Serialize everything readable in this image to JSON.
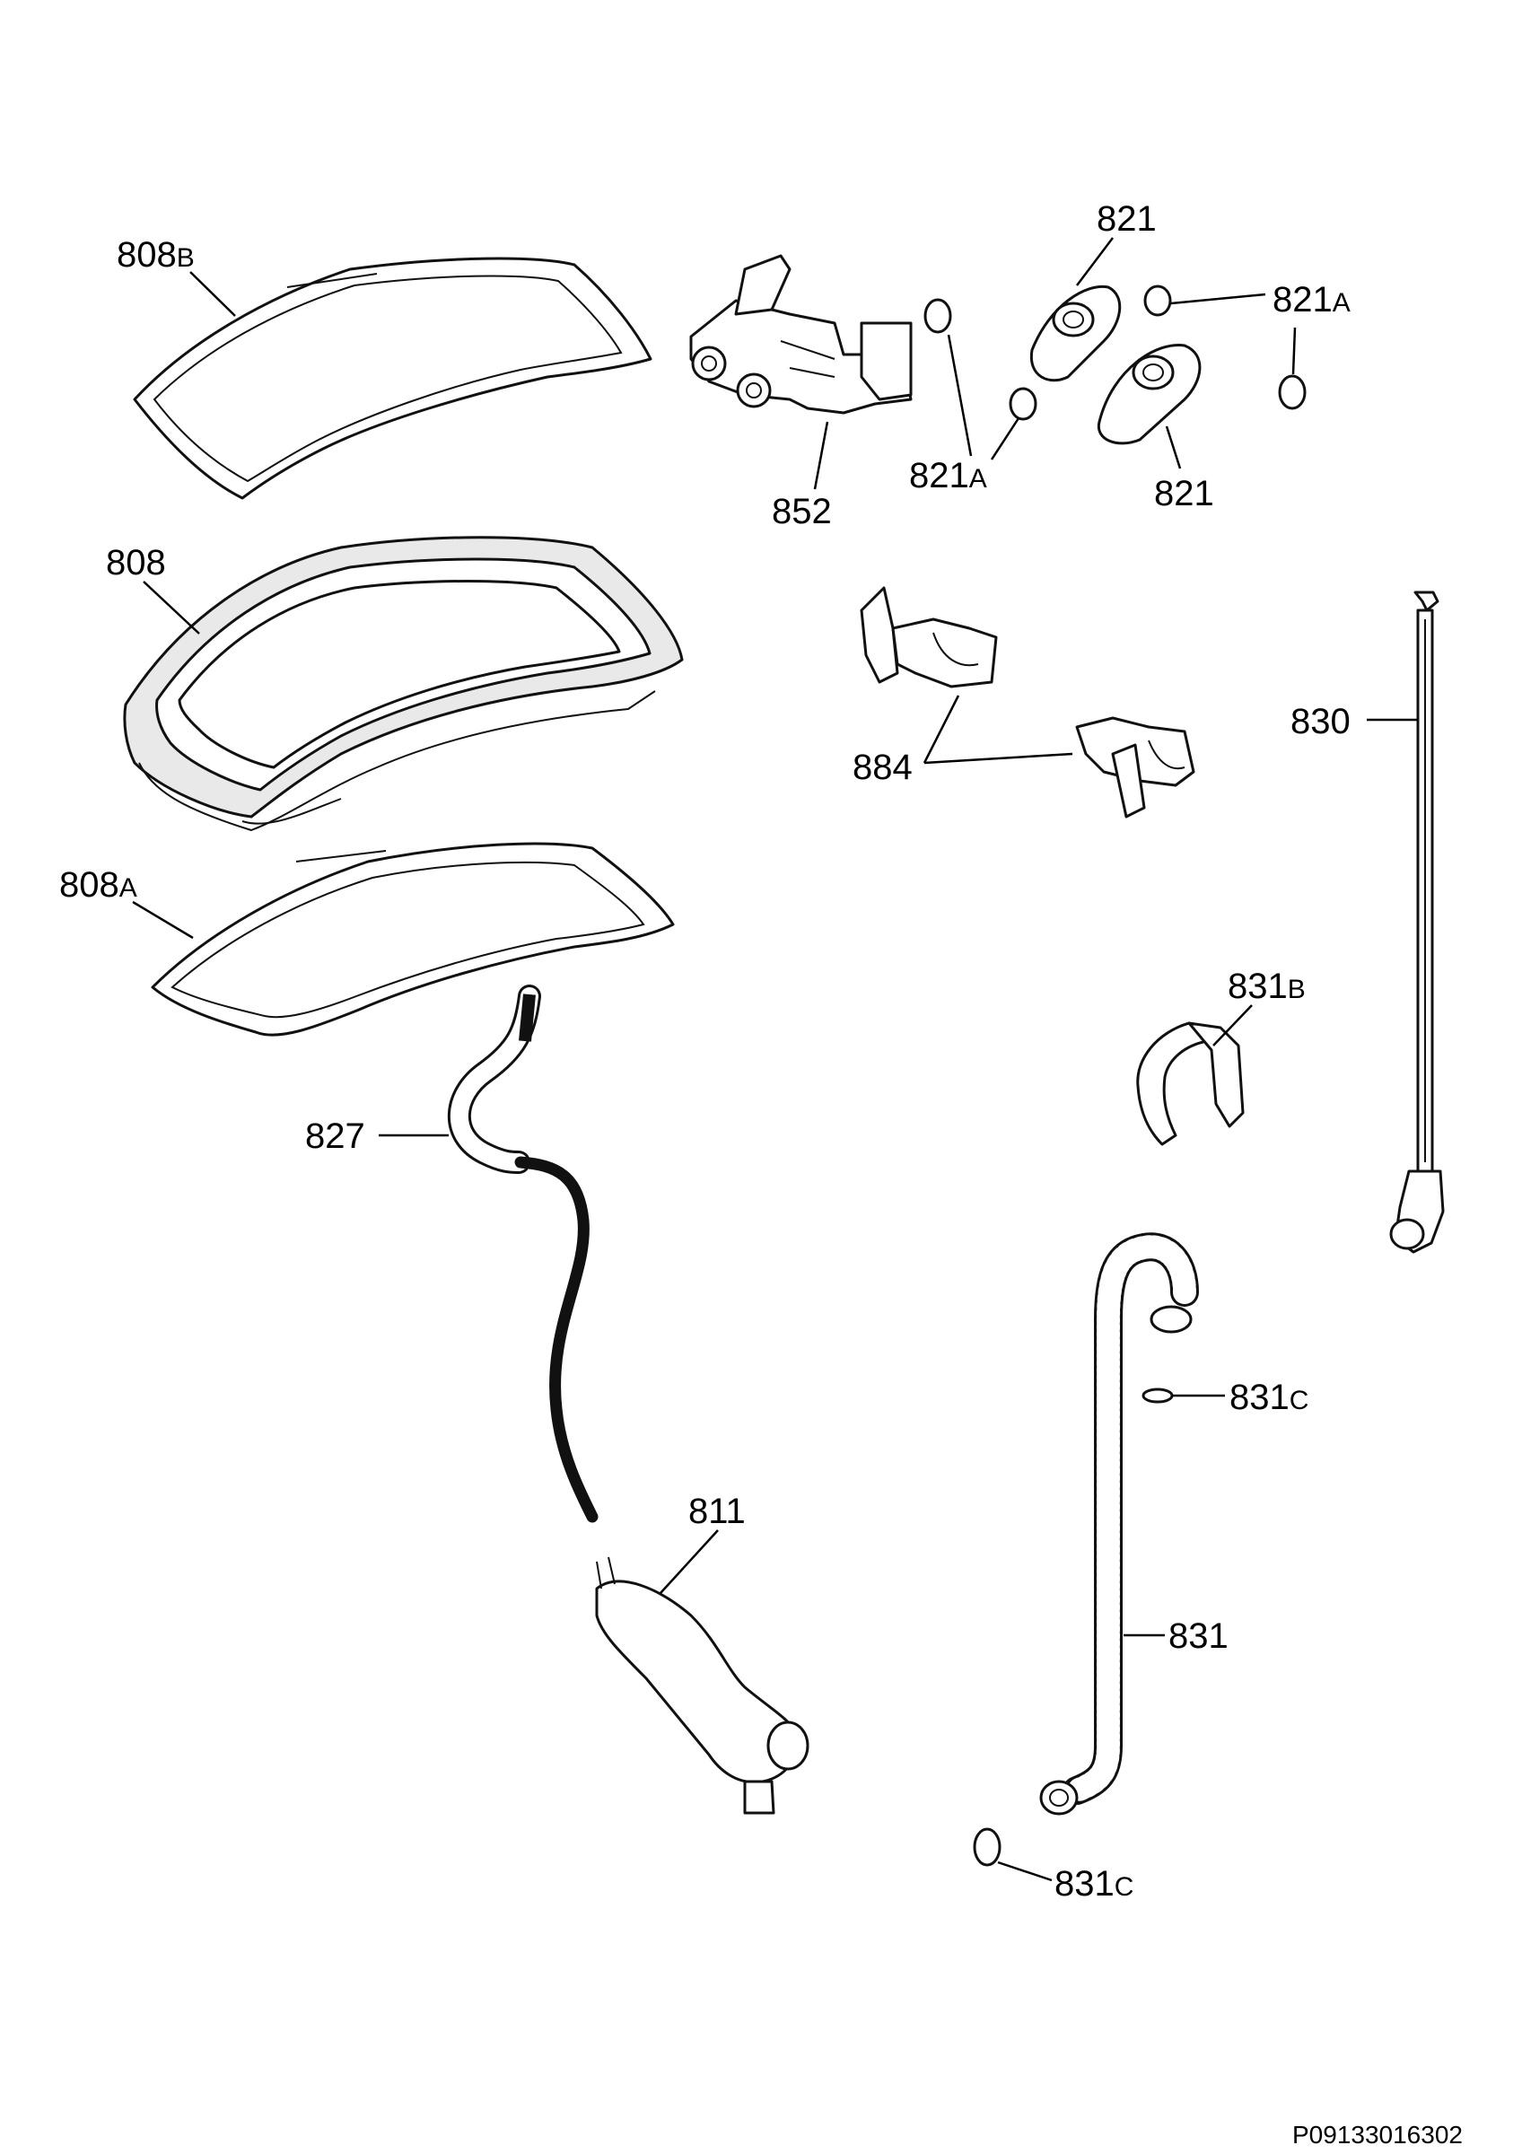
{
  "labels": {
    "l808B": {
      "num": "808",
      "suffix": "B"
    },
    "l808": {
      "num": "808"
    },
    "l808A": {
      "num": "808",
      "suffix": "A"
    },
    "l852": {
      "num": "852"
    },
    "l821_top": {
      "num": "821"
    },
    "l821_bottom": {
      "num": "821"
    },
    "l821A_right": {
      "num": "821",
      "suffix": "A"
    },
    "l821A_mid": {
      "num": "821",
      "suffix": "A"
    },
    "l884": {
      "num": "884"
    },
    "l830": {
      "num": "830"
    },
    "l831B": {
      "num": "831",
      "suffix": "B"
    },
    "l827": {
      "num": "827"
    },
    "l811": {
      "num": "811"
    },
    "l831C_top": {
      "num": "831",
      "suffix": "C"
    },
    "l831": {
      "num": "831"
    },
    "l831C_bottom": {
      "num": "831",
      "suffix": "C"
    }
  },
  "drawing_code": "P09133016302"
}
